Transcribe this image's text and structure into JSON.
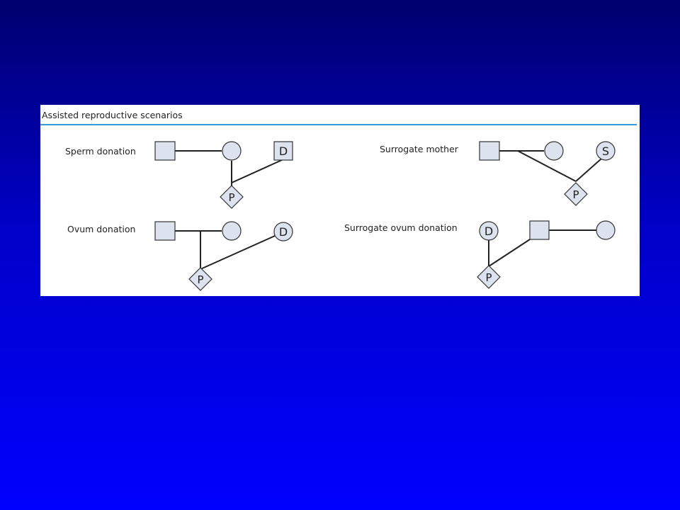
{
  "title": "Assisted reproductive scenarios",
  "colors": {
    "background_top": "#00006e",
    "background_bottom": "#0000ff",
    "panel": "#ffffff",
    "rule": "#3a9ad9",
    "symbol_fill": "#dde3ee",
    "symbol_stroke": "#333333",
    "line": "#222222"
  },
  "scenarios": [
    {
      "label": "Sperm donation",
      "donor_mark": "D",
      "child_mark": "P"
    },
    {
      "label": "Surrogate mother",
      "donor_mark": "S",
      "child_mark": "P"
    },
    {
      "label": "Ovum donation",
      "donor_mark": "D",
      "child_mark": "P"
    },
    {
      "label": "Surrogate ovum donation",
      "donor_mark": "D",
      "child_mark": "P"
    }
  ],
  "symbols": {
    "male": "square",
    "female": "circle",
    "pregnancy": "diamond"
  }
}
